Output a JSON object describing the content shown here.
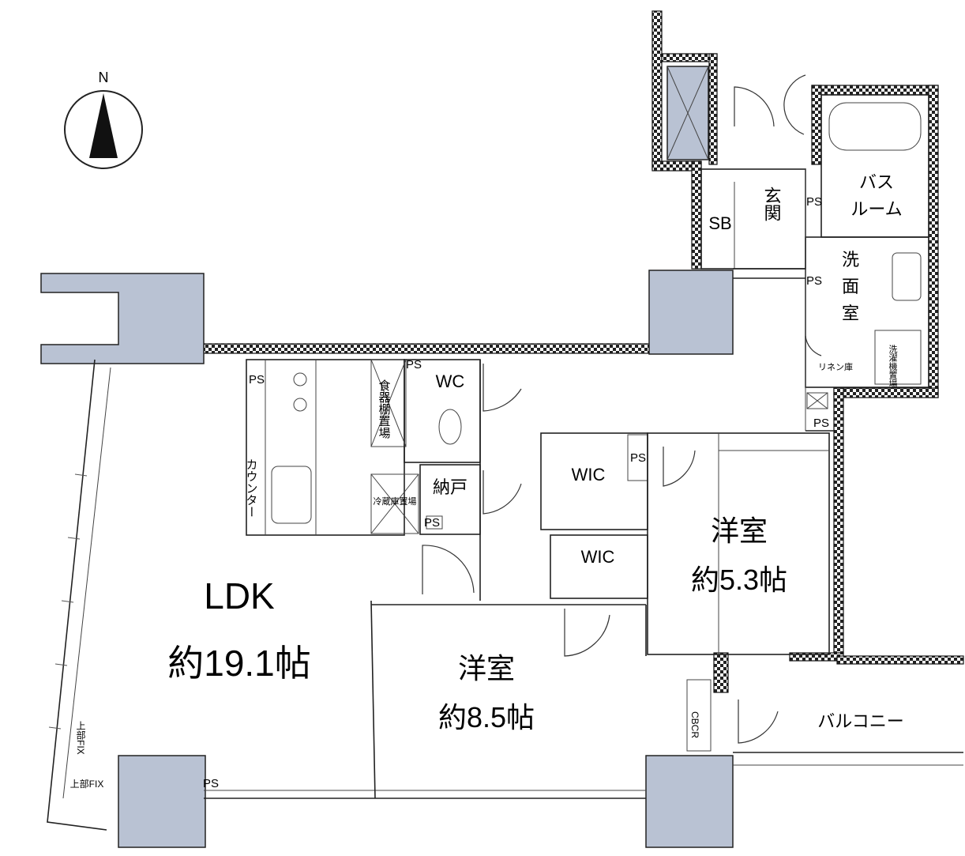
{
  "compass": {
    "north_label": "N"
  },
  "rooms": {
    "ldk": {
      "name": "LDK",
      "size": "約19.1帖"
    },
    "western_large": {
      "name": "洋室",
      "size": "約8.5帖"
    },
    "western_small": {
      "name": "洋室",
      "size": "約5.3帖"
    },
    "entrance": {
      "name": "玄関"
    },
    "shoe_box": {
      "name": "SB"
    },
    "bathroom": {
      "name": "バスルーム",
      "line1": "バス",
      "line2": "ルーム"
    },
    "washroom": {
      "name": "洗面室",
      "line1": "洗",
      "line2": "面",
      "line3": "室"
    },
    "wc": {
      "name": "WC"
    },
    "storage": {
      "name": "納戸"
    },
    "wic1": {
      "name": "WIC"
    },
    "wic2": {
      "name": "WIC"
    },
    "balcony": {
      "name": "バルコニー"
    }
  },
  "labels": {
    "ps": "PS",
    "counter": "カウンター",
    "fridge": "冷蔵庫置場",
    "dishwasher": "食器棚置場",
    "window_fix": "上部FIX",
    "window_fix_vertical": "上部FIX",
    "linen": "リネン庫",
    "washer": "洗濯機置場",
    "cbcr": "CBCR"
  }
}
